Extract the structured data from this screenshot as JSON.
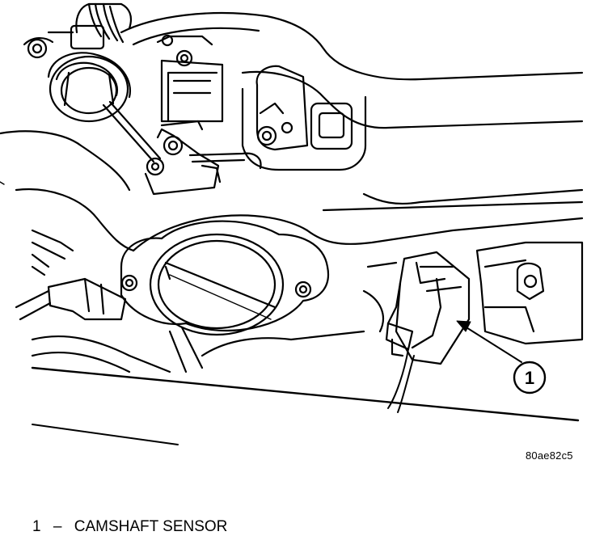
{
  "figure": {
    "id_code": "80ae82c5"
  },
  "callouts": [
    {
      "number": "1"
    }
  ],
  "legend": [
    {
      "number": "1",
      "separator": "–",
      "label": "CAMSHAFT SENSOR"
    }
  ]
}
